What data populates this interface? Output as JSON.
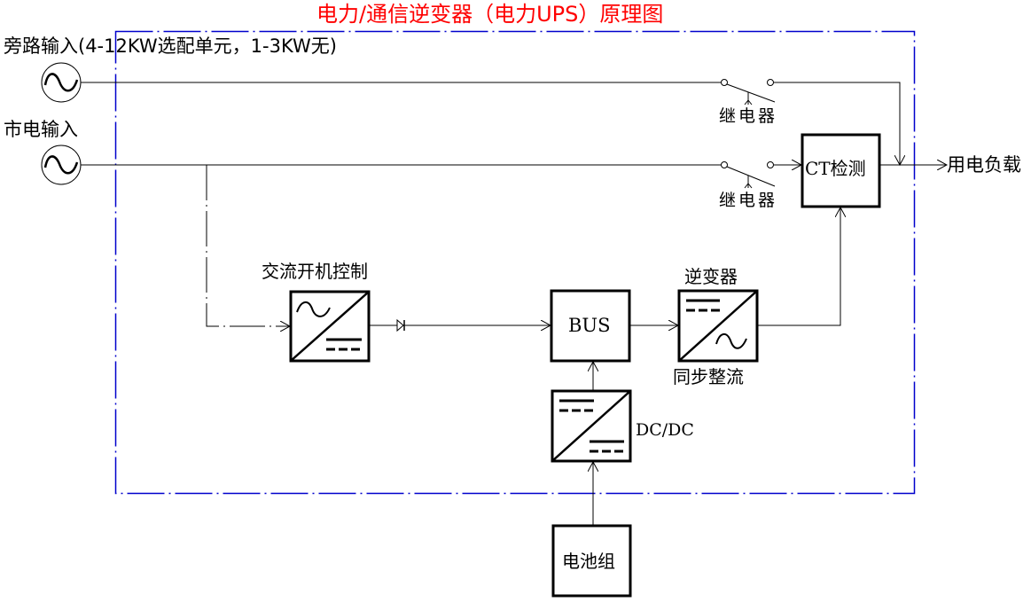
{
  "title": "电力/通信逆变器（电力UPS）原理图",
  "inputs": {
    "bypass": "旁路输入(4-12KW选配单元，1-3KW无)",
    "mains": "市电输入"
  },
  "blocks": {
    "ac_control": "交流开机控制",
    "bus": "BUS",
    "inverter_top": "逆变器",
    "inverter_bottom": "同步整流",
    "dcdc": "DC/DC",
    "ct": "CT检测",
    "battery": "电池组"
  },
  "relays": [
    "继电器",
    "继电器"
  ],
  "output": "用电负载",
  "colors": {
    "title": "#ff0000",
    "boundary": "#0000cc",
    "lines": "#000000"
  },
  "icons": {
    "source_symbol": "ac-source-icon",
    "converter_symbol": "converter-icon",
    "diode_symbol": "diode-icon",
    "relay_symbol": "relay-switch-icon"
  }
}
